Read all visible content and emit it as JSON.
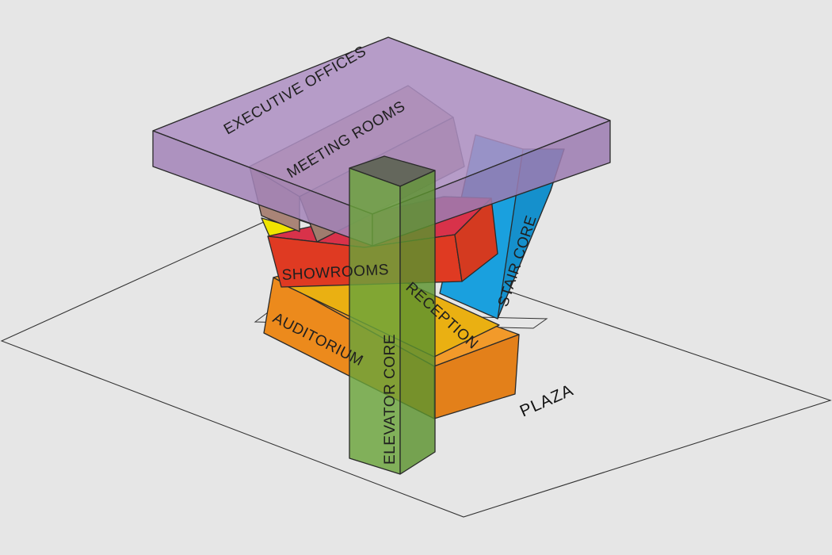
{
  "labels": {
    "executive_offices": "EXECUTIVE OFFICES",
    "meeting_rooms": "MEETING ROOMS",
    "stair_core": "STAIR CORE",
    "showrooms": "SHOWROOMS",
    "reception": "RECEPTION",
    "auditorium": "AUDITORIUM",
    "elevator_core": "ELEVATOR CORE",
    "plaza": "PLAZA"
  },
  "colors": {
    "background": "#e6e6e6",
    "executive_offices": "#a98bbd",
    "meeting_rooms": "#b58f84",
    "stair_core": "#1aa0de",
    "showrooms": "#df3a22",
    "showrooms_accent": "#f0e400",
    "reception": "#eab012",
    "auditorium": "#ec8a1c",
    "elevator_core": "#5f9a30"
  }
}
